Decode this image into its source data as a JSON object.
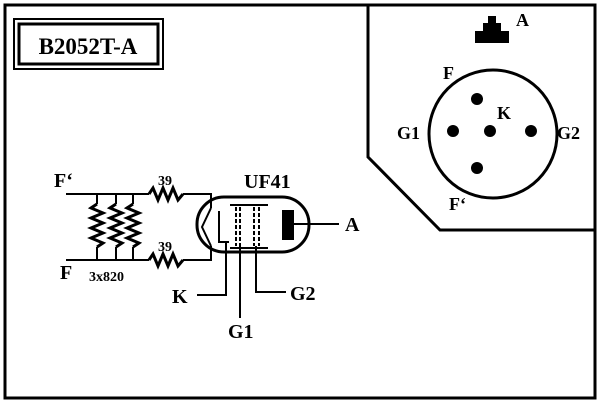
{
  "title_box": {
    "label": "B2052T-A"
  },
  "schematic": {
    "tube_name": "UF41",
    "filament_top_label": "F‘",
    "filament_bottom_label": "F",
    "resistor_top_value": "39",
    "resistor_bottom_value": "39",
    "resistor_bank_label": "3x820",
    "anode_label": "A",
    "cathode_label": "K",
    "grid1_label": "G1",
    "grid2_label": "G2"
  },
  "base_view": {
    "anode_label": "A",
    "pin_f_label": "F",
    "pin_k_label": "K",
    "pin_g1_label": "G1",
    "pin_g2_label": "G2",
    "pin_f2_label": "F‘"
  },
  "colors": {
    "ink": "#000000",
    "paper": "#ffffff"
  }
}
